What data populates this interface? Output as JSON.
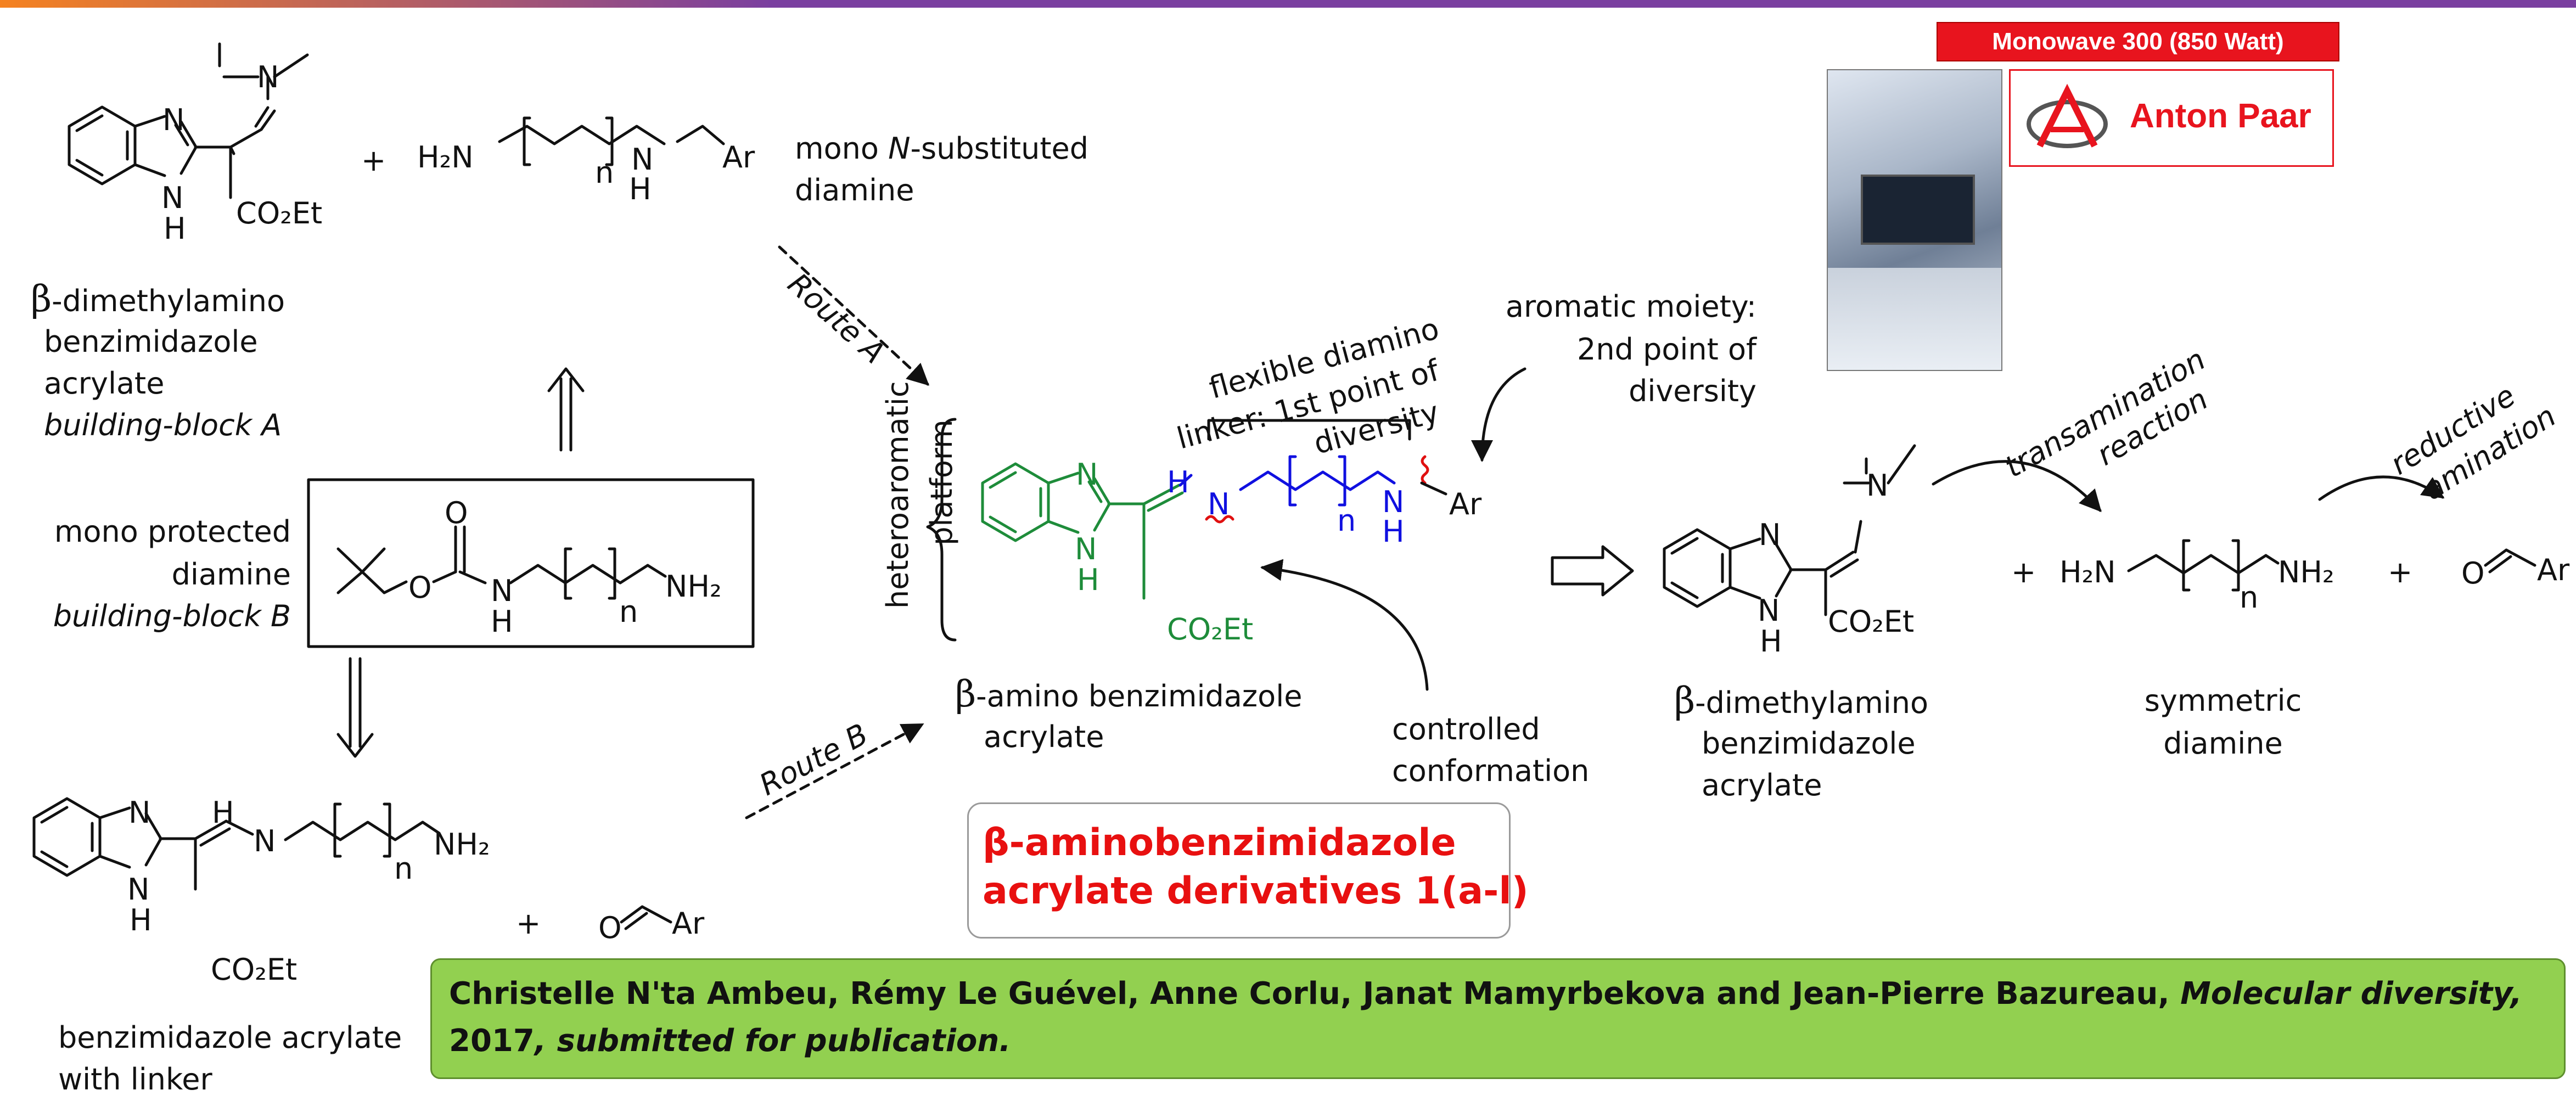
{
  "device": {
    "header": "Monowave 300 (850 Watt)",
    "brand": "Anton Paar"
  },
  "labels": {
    "compound_A_title": "-dimethylamino",
    "compound_A_line2": "benzimidazole",
    "compound_A_line3": "acrylate",
    "compound_A_line4": "building-block A",
    "mono_n_sub_1": "mono N-substituted",
    "mono_n_sub_2": "diamine",
    "mono_protected_1": "mono protected",
    "mono_protected_2": "diamine",
    "mono_protected_3": "building-block B",
    "benz_linker_1": "benzimidazole acrylate",
    "benz_linker_2": "with linker",
    "route_a": "Route A",
    "route_b": "Route B",
    "hetero_1": "heteroaromatic",
    "hetero_2": "platform",
    "flex_1": "flexible diamino",
    "flex_2": "linker: 1st point of",
    "flex_3": "diversity",
    "aromatic_1": "aromatic moiety:",
    "aromatic_2": "2nd point of",
    "aromatic_3": "diversity",
    "beta_amino_1": "-amino benzimidazole",
    "beta_amino_2": "acrylate",
    "controlled_1": "controlled",
    "controlled_2": "conformation",
    "transamination_1": "transamination",
    "transamination_2": "reaction",
    "reductive_1": "reductive",
    "reductive_2": "amination",
    "dimethyl_r_1": "-dimethylamino",
    "dimethyl_r_2": "benzimidazole",
    "dimethyl_r_3": "acrylate",
    "symmetric_1": "symmetric",
    "symmetric_2": "diamine",
    "beta": "β"
  },
  "chem": {
    "N": "N",
    "H": "H",
    "O": "O",
    "Ar": "Ar",
    "n": "n",
    "plus": "+",
    "NMe2": "N",
    "CO2Et": "CO₂Et",
    "H2N": "H₂N",
    "NH2": "NH₂"
  },
  "product": {
    "title_1": "β-aminobenzimidazole",
    "title_2": "acrylate derivatives  1(a-l)"
  },
  "citation": {
    "authors": "Christelle N'ta Ambeu, Rémy Le Guével, Anne Corlu, Janat Mamyrbekova and Jean-Pierre Bazureau, ",
    "journal": "Molecular diversity,",
    "year": "2017",
    "status": ", submitted for publication."
  },
  "colors": {
    "platform": "#1e8c3a",
    "linker": "#1010e0",
    "wavy": "#e01010",
    "highlight": "#e81010",
    "citation_bg": "#92d050"
  }
}
